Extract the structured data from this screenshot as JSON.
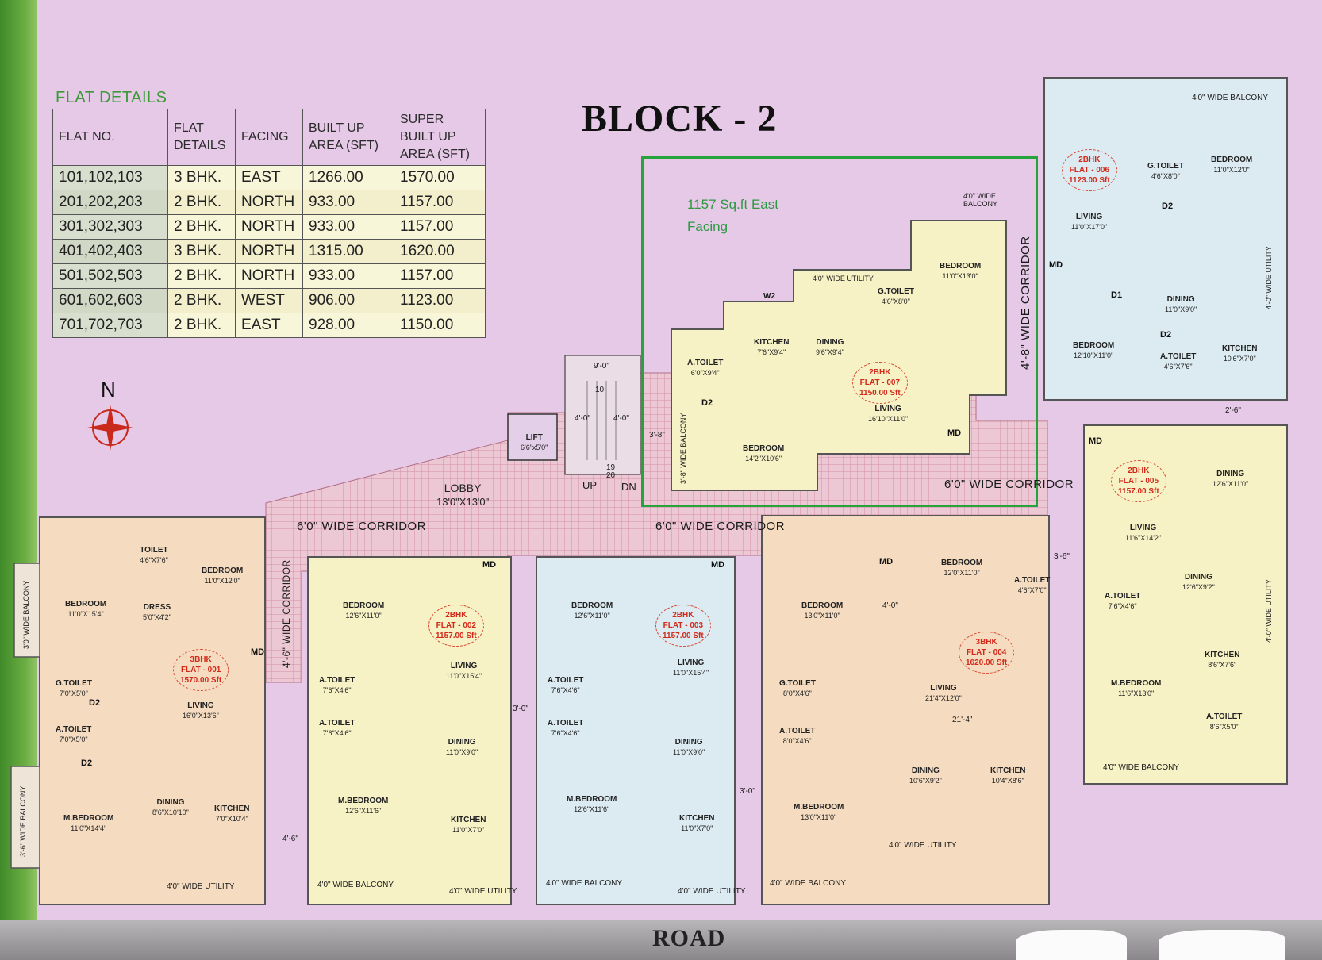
{
  "flat_details": {
    "title": "FLAT DETAILS",
    "headers": [
      "FLAT NO.",
      "FLAT DETAILS",
      "FACING",
      "BUILT UP AREA (SFT)",
      "SUPER BUILT UP AREA (SFT)"
    ],
    "rows": [
      [
        "101,102,103",
        "3 BHK.",
        "EAST",
        "1266.00",
        "1570.00"
      ],
      [
        "201,202,203",
        "2 BHK.",
        "NORTH",
        "933.00",
        "1157.00"
      ],
      [
        "301,302,303",
        "2 BHK.",
        "NORTH",
        "933.00",
        "1157.00"
      ],
      [
        "401,402,403",
        "3 BHK.",
        "NORTH",
        "1315.00",
        "1620.00"
      ],
      [
        "501,502,503",
        "2 BHK.",
        "NORTH",
        "933.00",
        "1157.00"
      ],
      [
        "601,602,603",
        "2 BHK.",
        "WEST",
        "906.00",
        "1123.00"
      ],
      [
        "701,702,703",
        "2 BHK.",
        "EAST",
        "928.00",
        "1150.00"
      ]
    ]
  },
  "block_title": "BLOCK - 2",
  "highlight": {
    "line1": "1157 Sq.ft East",
    "line2": "Facing"
  },
  "compass_label": "N",
  "road_label": "ROAD",
  "colors": {
    "highlight": "#27a33b",
    "flat_number": "#d22a1a",
    "background": "#e5c9e7"
  },
  "corridors": {
    "top": "6'0\" WIDE CORRIDOR",
    "left": "6'0\" WIDE CORRIDOR",
    "middle": "6'0\" WIDE CORRIDOR",
    "right_vertical": "4'-8\" WIDE CORRIDOR",
    "left_vertical": "4'-6\" WIDE CORRIDOR"
  },
  "lobby": {
    "name": "LOBBY",
    "size": "13'0\"X13'0\""
  },
  "lift": {
    "name": "LIFT",
    "size": "6'6\"x5'0\""
  },
  "stairs": {
    "up": "UP",
    "dn": "DN",
    "n1": "10",
    "n2": "19",
    "n3": "20",
    "w1": "9'-0\"",
    "w2": "4'-0\"",
    "w3": "4'-0\"",
    "w4": "3'-8\""
  },
  "flats": {
    "f001": {
      "type": "3BHK",
      "no": "FLAT - 001",
      "area": "1570.00 Sft"
    },
    "f002": {
      "type": "2BHK",
      "no": "FLAT - 002",
      "area": "1157.00 Sft"
    },
    "f003": {
      "type": "2BHK",
      "no": "FLAT - 003",
      "area": "1157.00 Sft"
    },
    "f004": {
      "type": "3BHK",
      "no": "FLAT - 004",
      "area": "1620.00 Sft"
    },
    "f005": {
      "type": "2BHK",
      "no": "FLAT - 005",
      "area": "1157.00 Sft"
    },
    "f006": {
      "type": "2BHK",
      "no": "FLAT - 006",
      "area": "1123.00 Sft"
    },
    "f007": {
      "type": "2BHK",
      "no": "FLAT - 007",
      "area": "1150.00 Sft"
    }
  },
  "rooms": {
    "r001_bed": {
      "name": "BEDROOM",
      "size": "11'0\"X15'4\""
    },
    "r001_toilet": {
      "name": "TOILET",
      "size": "4'6\"X7'6\""
    },
    "r001_bed2": {
      "name": "BEDROOM",
      "size": "11'0\"X12'0\""
    },
    "r001_dress": {
      "name": "DRESS",
      "size": "5'0\"X4'2\""
    },
    "r001_gt": {
      "name": "G.TOILET",
      "size": "7'0\"X5'0\""
    },
    "r001_at": {
      "name": "A.TOILET",
      "size": "7'0\"X5'0\""
    },
    "r001_living": {
      "name": "LIVING",
      "size": "16'0\"X13'6\""
    },
    "r001_mbed": {
      "name": "M.BEDROOM",
      "size": "11'0\"X14'4\""
    },
    "r001_dining": {
      "name": "DINING",
      "size": "8'6\"X10'10\""
    },
    "r001_kitchen": {
      "name": "KITCHEN",
      "size": "7'0\"X10'4\""
    },
    "r001_util": "4'0\" WIDE UTILITY",
    "r001_bal1": "3'0\" WIDE BALCONY",
    "r001_bal2": "3'-6\" WIDE BALCONY",
    "r002_bed": {
      "name": "BEDROOM",
      "size": "12'6\"X11'0\""
    },
    "r002_at1": {
      "name": "A.TOILET",
      "size": "7'6\"X4'6\""
    },
    "r002_at2": {
      "name": "A.TOILET",
      "size": "7'6\"X4'6\""
    },
    "r002_living": {
      "name": "LIVING",
      "size": "11'0\"X15'4\""
    },
    "r002_dining": {
      "name": "DINING",
      "size": "11'0\"X9'0\""
    },
    "r002_mbed": {
      "name": "M.BEDROOM",
      "size": "12'6\"X11'6\""
    },
    "r002_kitchen": {
      "name": "KITCHEN",
      "size": "11'0\"X7'0\""
    },
    "r002_bal": "4'0\" WIDE BALCONY",
    "r002_util": "4'0\" WIDE UTILITY",
    "r003_bed": {
      "name": "BEDROOM",
      "size": "12'6\"X11'0\""
    },
    "r003_at1": {
      "name": "A.TOILET",
      "size": "7'6\"X4'6\""
    },
    "r003_at2": {
      "name": "A.TOILET",
      "size": "7'6\"X4'6\""
    },
    "r003_living": {
      "name": "LIVING",
      "size": "11'0\"X15'4\""
    },
    "r003_dining": {
      "name": "DINING",
      "size": "11'0\"X9'0\""
    },
    "r003_mbed": {
      "name": "M.BEDROOM",
      "size": "12'6\"X11'6\""
    },
    "r003_kitchen": {
      "name": "KITCHEN",
      "size": "11'0\"X7'0\""
    },
    "r003_bal": "4'0\" WIDE BALCONY",
    "r003_util": "4'0\" WIDE UTILITY",
    "r004_bed1": {
      "name": "BEDROOM",
      "size": "13'0\"X11'0\""
    },
    "r004_bed2": {
      "name": "BEDROOM",
      "size": "12'0\"X11'0\""
    },
    "r004_at": {
      "name": "A.TOILET",
      "size": "4'6\"X7'0\""
    },
    "r004_gt": {
      "name": "G.TOILET",
      "size": "8'0\"X4'6\""
    },
    "r004_at2": {
      "name": "A.TOILET",
      "size": "8'0\"X4'6\""
    },
    "r004_living": {
      "name": "LIVING",
      "size": "21'4\"X12'0\""
    },
    "r004_mbed": {
      "name": "M.BEDROOM",
      "size": "13'0\"X11'0\""
    },
    "r004_dining": {
      "name": "DINING",
      "size": "10'6\"X9'2\""
    },
    "r004_kitchen": {
      "name": "KITCHEN",
      "size": "10'4\"X8'6\""
    },
    "r004_util": "4'0\" WIDE UTILITY",
    "r004_bal": "4'0\" WIDE BALCONY",
    "r005_dining": {
      "name": "DINING",
      "size": "12'6\"X11'0\""
    },
    "r005_living": {
      "name": "LIVING",
      "size": "11'6\"X14'2\""
    },
    "r005_dining2": {
      "name": "DINING",
      "size": "12'6\"X9'2\""
    },
    "r005_at": {
      "name": "A.TOILET",
      "size": "7'6\"X4'6\""
    },
    "r005_kitchen": {
      "name": "KITCHEN",
      "size": "8'6\"X7'6\""
    },
    "r005_mbed": {
      "name": "M.BEDROOM",
      "size": "11'6\"X13'0\""
    },
    "r005_at2": {
      "name": "A.TOILET",
      "size": "8'6\"X5'0\""
    },
    "r005_bal": "4'0\" WIDE BALCONY",
    "r005_util": "4'-0\" WIDE UTILITY",
    "r006_bal": "4'0\" WIDE BALCONY",
    "r006_gt": {
      "name": "G.TOILET",
      "size": "4'6\"X8'0\""
    },
    "r006_bed": {
      "name": "BEDROOM",
      "size": "11'0\"X12'0\""
    },
    "r006_living": {
      "name": "LIVING",
      "size": "11'0\"X17'0\""
    },
    "r006_dining": {
      "name": "DINING",
      "size": "11'0\"X9'0\""
    },
    "r006_bed2": {
      "name": "BEDROOM",
      "size": "12'10\"X11'0\""
    },
    "r006_at": {
      "name": "A.TOILET",
      "size": "4'6\"X7'6\""
    },
    "r006_kitchen": {
      "name": "KITCHEN",
      "size": "10'6\"X7'0\""
    },
    "r006_util": "4'-0\" WIDE UTILITY",
    "r007_bal": "4'0\" WIDE BALCONY",
    "r007_bed": {
      "name": "BEDROOM",
      "size": "11'0\"X13'0\""
    },
    "r007_gt": {
      "name": "G.TOILET",
      "size": "4'6\"X8'0\""
    },
    "r007_util": "4'0\" WIDE UTILITY",
    "r007_kitchen": {
      "name": "KITCHEN",
      "size": "7'6\"X9'4\""
    },
    "r007_dining": {
      "name": "DINING",
      "size": "9'6\"X9'4\""
    },
    "r007_at": {
      "name": "A.TOILET",
      "size": "6'0\"X9'4\""
    },
    "r007_living": {
      "name": "LIVING",
      "size": "16'10\"X11'0\""
    },
    "r007_bed2": {
      "name": "BEDROOM",
      "size": "14'2\"X10'6\""
    },
    "r007_bal2": "3'-8\" WIDE BALCONY",
    "r007_w2": "W2"
  },
  "markers": {
    "md": "MD",
    "d1": "D1",
    "d2": "D2",
    "dim_3_6": "3'-6\"",
    "dim_3_0": "3'-0\"",
    "dim_4_6": "4'-6\"",
    "dim_4_0": "4'-0\"",
    "dim_21_4": "21'-4\"",
    "dim_2_6": "2'-6\"",
    "dim_3_8": "3'-8\""
  }
}
